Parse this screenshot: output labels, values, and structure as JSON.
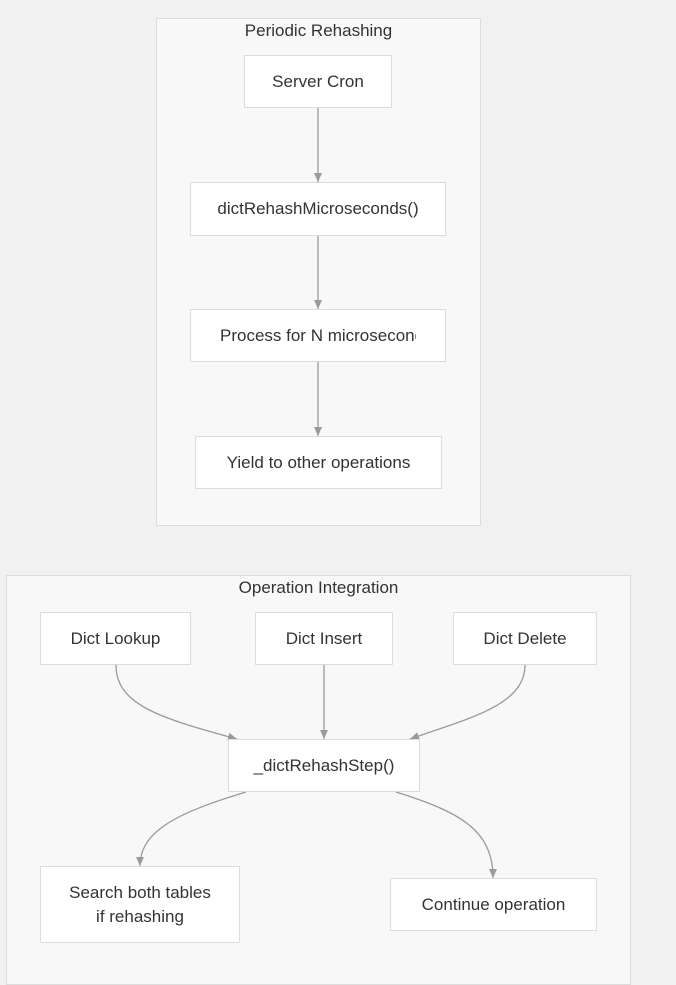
{
  "clusters": {
    "periodic": {
      "title": "Periodic Rehashing"
    },
    "operation": {
      "title": "Operation Integration"
    }
  },
  "nodes": {
    "server_cron": "Server Cron",
    "dict_rehash_microseconds": "dictRehashMicroseconds()",
    "process_n_microseconds": "Process for N microseconds",
    "yield_other_ops": "Yield to other operations",
    "dict_lookup": "Dict Lookup",
    "dict_insert": "Dict Insert",
    "dict_delete": "Dict Delete",
    "dict_rehash_step": "_dictRehashStep()",
    "search_both_tables": "Search both tables\nif rehashing",
    "continue_operation": "Continue operation"
  },
  "colors": {
    "background": "#f1f1f1",
    "cluster_fill": "#f8f8f8",
    "node_fill": "#ffffff",
    "border": "#dcdcdc",
    "edge": "#9a9a9a",
    "text": "#333333"
  }
}
